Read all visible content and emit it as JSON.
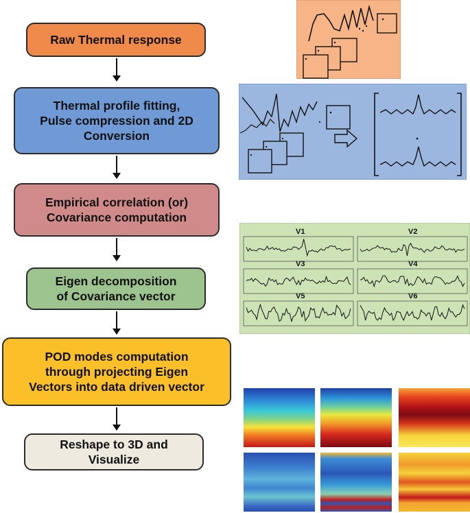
{
  "flowchart": {
    "steps": [
      {
        "label": "Raw Thermal response",
        "color": "#f08a4b"
      },
      {
        "label": "Thermal profile fitting,\nPulse compression and 2D\nConversion",
        "color": "#6f9ad6"
      },
      {
        "label": "Empirical correlation (or)\nCovariance computation",
        "color": "#d08a8a"
      },
      {
        "label": "Eigen decomposition\nof Covariance vector",
        "color": "#9dc48f"
      },
      {
        "label": "POD modes computation\nthrough projecting Eigen\nVectors into data driven vector",
        "color": "#fbbf2a"
      },
      {
        "label": "Reshape to 3D and\nVisualize",
        "color": "#eeeae0"
      }
    ]
  },
  "illustrations": {
    "raw_panel_color": "#f6b487",
    "pulse_panel_color": "#9bb7e0",
    "modes_panel_color": "#cde3b5",
    "mode_labels": [
      "V1",
      "V2",
      "V3",
      "V4",
      "V5",
      "V6"
    ],
    "pod_maps": [
      "pod-map-1",
      "pod-map-2",
      "pod-map-3",
      "pod-map-4",
      "pod-map-5",
      "pod-map-6"
    ]
  }
}
